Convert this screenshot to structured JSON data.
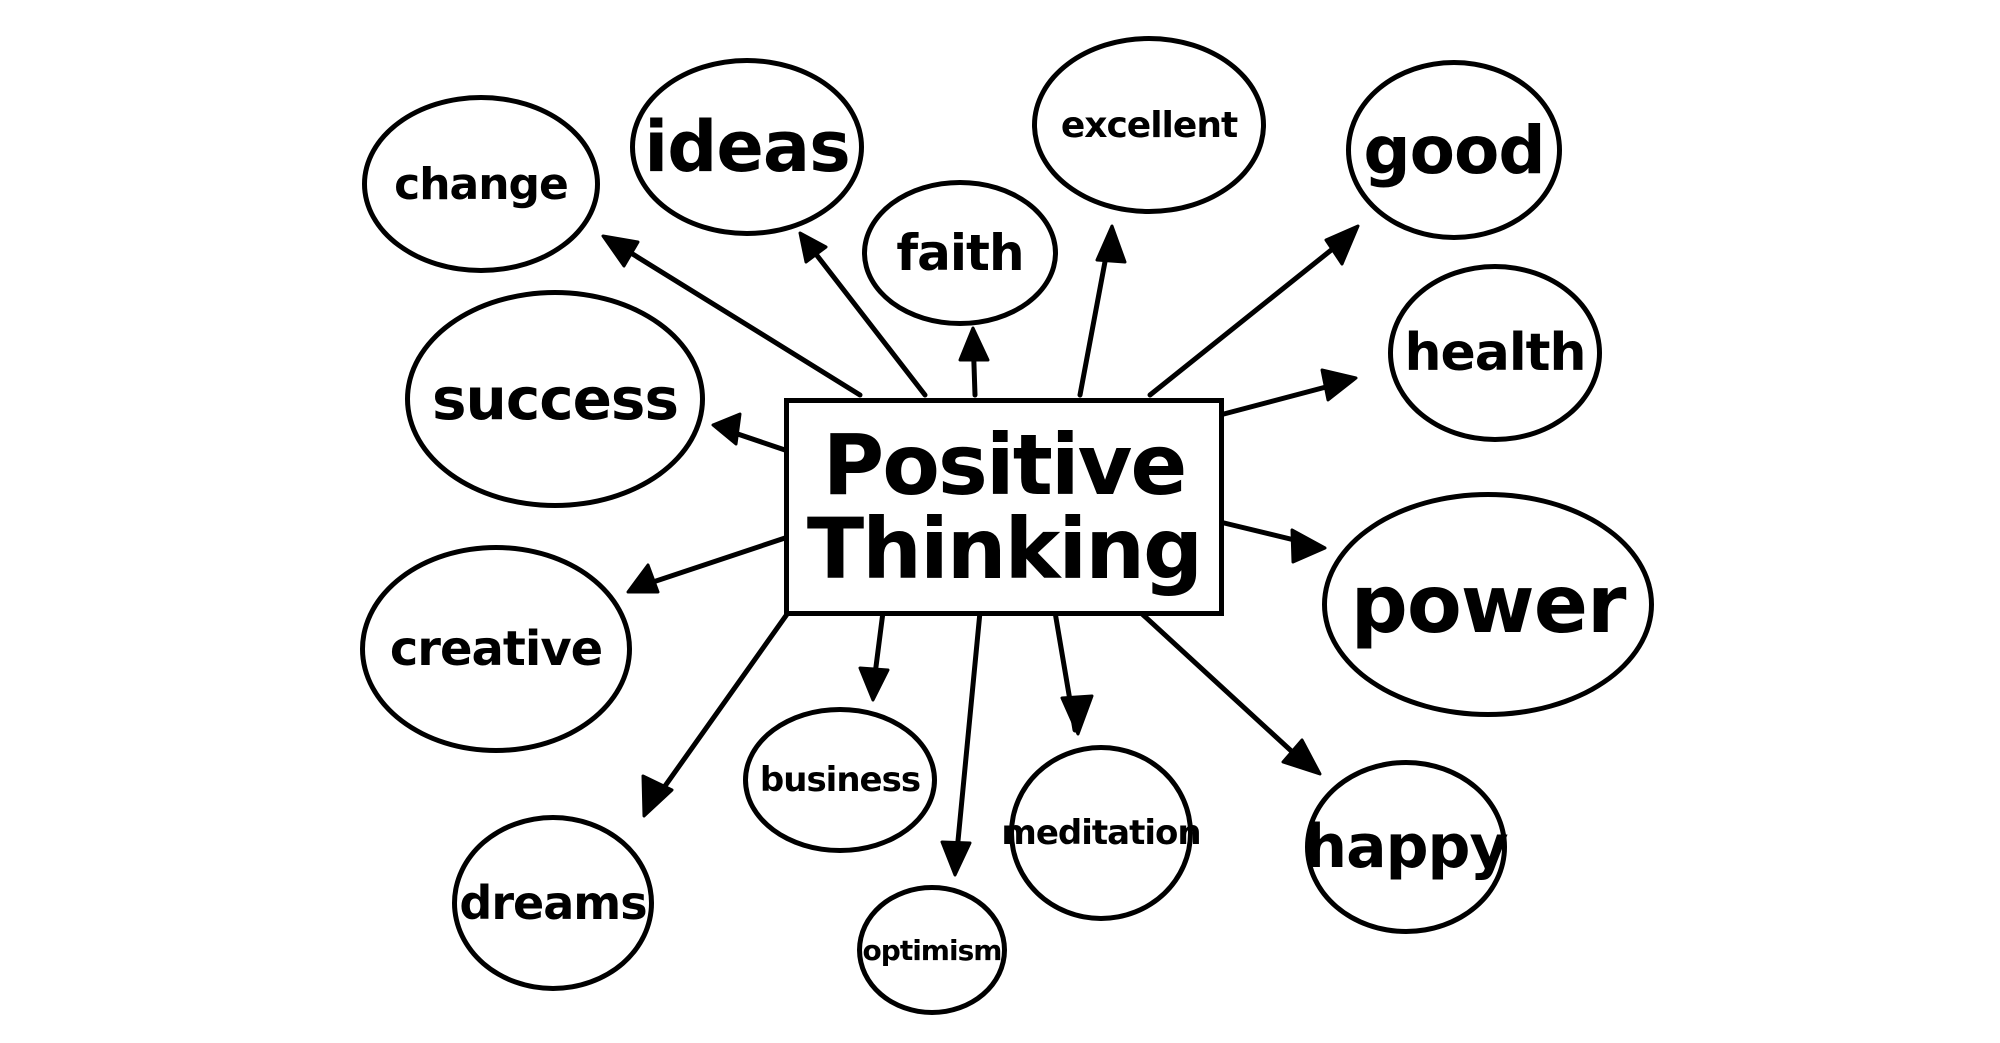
{
  "diagram": {
    "type": "mind-map",
    "center": {
      "line1": "Positive",
      "line2": "Thinking"
    },
    "nodes": [
      {
        "id": "change",
        "label": "change"
      },
      {
        "id": "ideas",
        "label": "ideas"
      },
      {
        "id": "faith",
        "label": "faith"
      },
      {
        "id": "excellent",
        "label": "excellent"
      },
      {
        "id": "good",
        "label": "good"
      },
      {
        "id": "success",
        "label": "success"
      },
      {
        "id": "health",
        "label": "health"
      },
      {
        "id": "creative",
        "label": "creative"
      },
      {
        "id": "power",
        "label": "power"
      },
      {
        "id": "dreams",
        "label": "dreams"
      },
      {
        "id": "business",
        "label": "business"
      },
      {
        "id": "optimism",
        "label": "optimism"
      },
      {
        "id": "meditation",
        "label": "meditation"
      },
      {
        "id": "happy",
        "label": "happy"
      }
    ],
    "edges": [
      {
        "from": "center",
        "to": "change"
      },
      {
        "from": "center",
        "to": "ideas"
      },
      {
        "from": "center",
        "to": "faith"
      },
      {
        "from": "center",
        "to": "excellent"
      },
      {
        "from": "center",
        "to": "good"
      },
      {
        "from": "center",
        "to": "success"
      },
      {
        "from": "center",
        "to": "health"
      },
      {
        "from": "center",
        "to": "creative"
      },
      {
        "from": "center",
        "to": "power"
      },
      {
        "from": "center",
        "to": "dreams"
      },
      {
        "from": "center",
        "to": "business"
      },
      {
        "from": "center",
        "to": "optimism"
      },
      {
        "from": "center",
        "to": "meditation"
      },
      {
        "from": "center",
        "to": "happy"
      }
    ],
    "colors": {
      "ink": "#000000",
      "background": "#ffffff"
    }
  }
}
